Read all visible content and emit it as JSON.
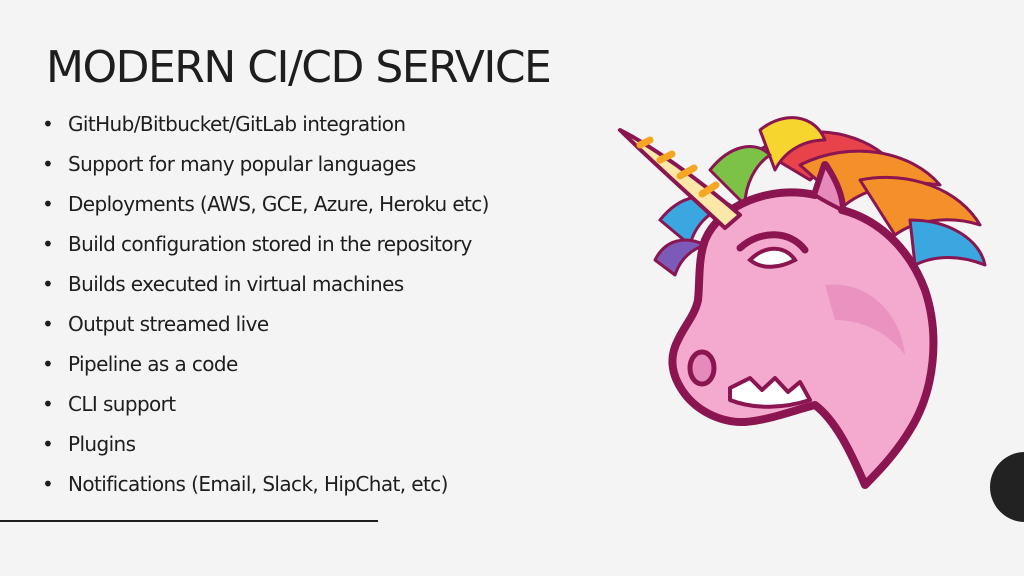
{
  "slide": {
    "title": "MODERN CI/CD SERVICE",
    "bullet_glyph": "•",
    "bullets": [
      "GitHub/Bitbucket/GitLab integration",
      "Support for many popular languages",
      "Deployments (AWS, GCE, Azure, Heroku etc)",
      "Build configuration stored in the repository",
      "Builds executed in virtual machines",
      "Output streamed live",
      "Pipeline as a code",
      "CLI support",
      "Plugins",
      "Notifications (Email, Slack, HipChat, etc)"
    ]
  },
  "mascot": {
    "icon": "unicorn-icon",
    "colors": {
      "body": "#f4a9cf",
      "outline": "#8a1550",
      "shade": "#e58abb",
      "horn_stripe": "#f5a623",
      "horn_base": "#fbe7a8",
      "mane_red": "#e8424a",
      "mane_orange": "#f4902a",
      "mane_yellow": "#f6d52f",
      "mane_green": "#7cc246",
      "mane_blue": "#3aa7e0",
      "mane_purple": "#7b5ab8"
    }
  },
  "colors": {
    "background": "#f4f4f4",
    "text": "#1e1e1e",
    "accent_circle": "#222222"
  }
}
